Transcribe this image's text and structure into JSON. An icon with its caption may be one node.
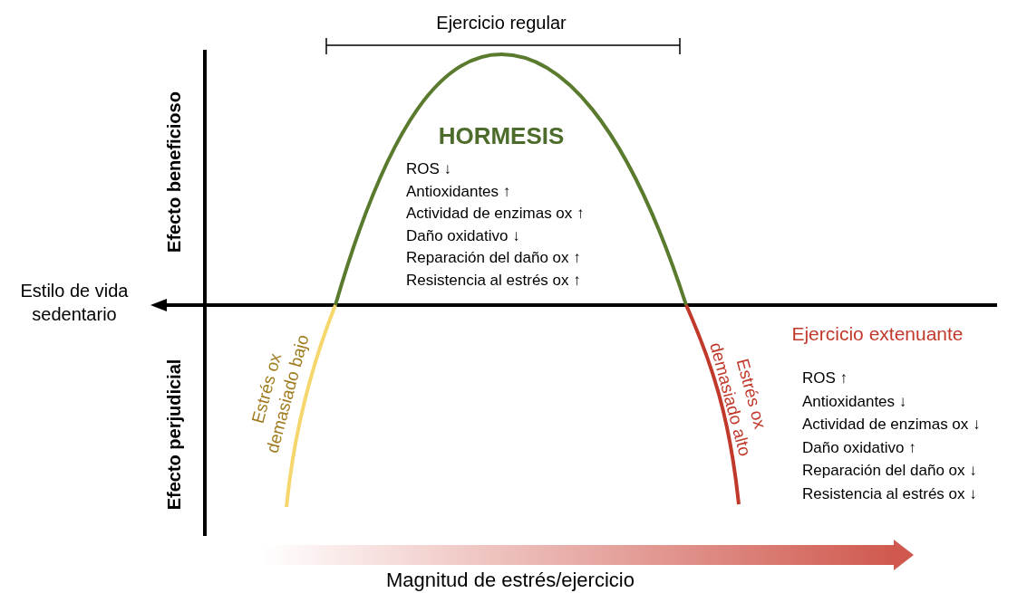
{
  "diagram": {
    "labels": [
      "Ejercicio regular",
      "Efecto beneficioso",
      "Estilo de vida sedentario",
      "HORMESIS",
      "ROS ↓",
      "Antioxidantes ↑",
      "Actividad de enzimas ox ↑",
      "Daño oxidativo ↓",
      "Reparación del daño ox ↑",
      "Resistencia al estrés ox ↑",
      "Efecto perjudicial",
      "Estrés ox demasiado bajo",
      "Estrés ox demasiado alto",
      "Ejercicio extenuante",
      "ROS ↑",
      "Antioxidantes ↓",
      "Actividad de enzimas ox ↓",
      "Daño oxidativo ↑",
      "Reparación del daño ox ↓",
      "Resistencia al estrés ox ↓",
      "Magnitud de estrés/ejercicio"
    ]
  }
}
